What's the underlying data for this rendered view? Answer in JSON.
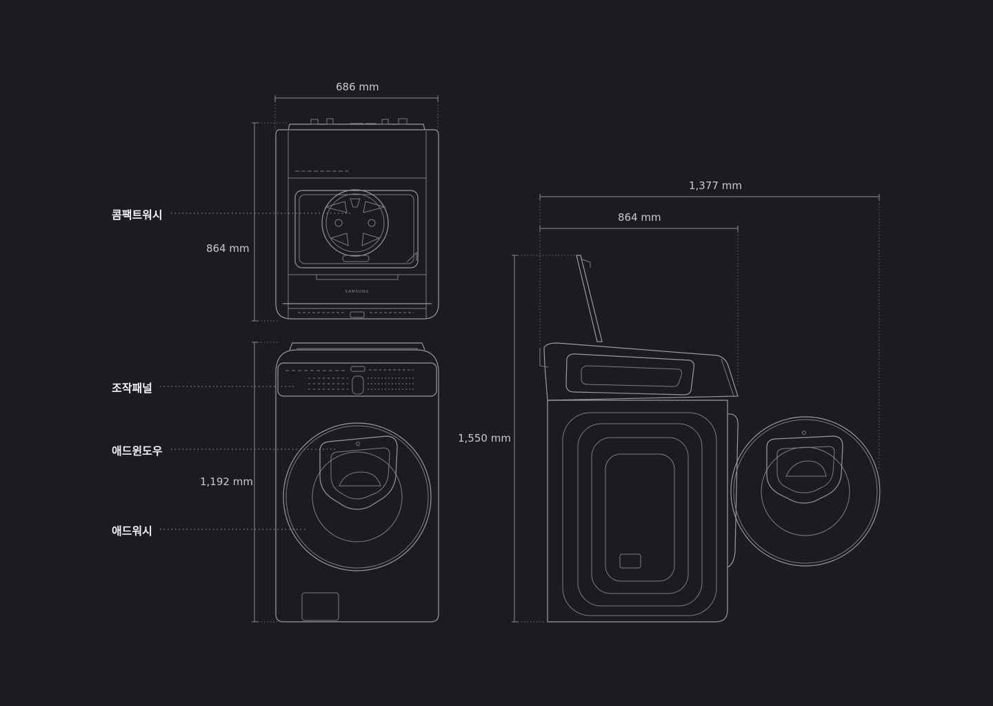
{
  "dimensions": {
    "top_width": "686 mm",
    "top_height": "864 mm",
    "bottom_height": "1,192 mm",
    "side_depth_open": "1,377 mm",
    "side_depth": "864 mm",
    "side_height": "1,550 mm"
  },
  "callouts": {
    "compact_wash": "콤팩트워시",
    "control_panel": "조작패널",
    "add_window": "애드윈도우",
    "add_wash": "애드워시"
  },
  "labels": {
    "brand": "SAMSUNG"
  },
  "colors": {
    "background": "#1b1c21",
    "line": "#9a9ba2",
    "dim_line": "#8c8d94",
    "text": "#c9cacf",
    "callout_text": "#f2f2f4"
  }
}
